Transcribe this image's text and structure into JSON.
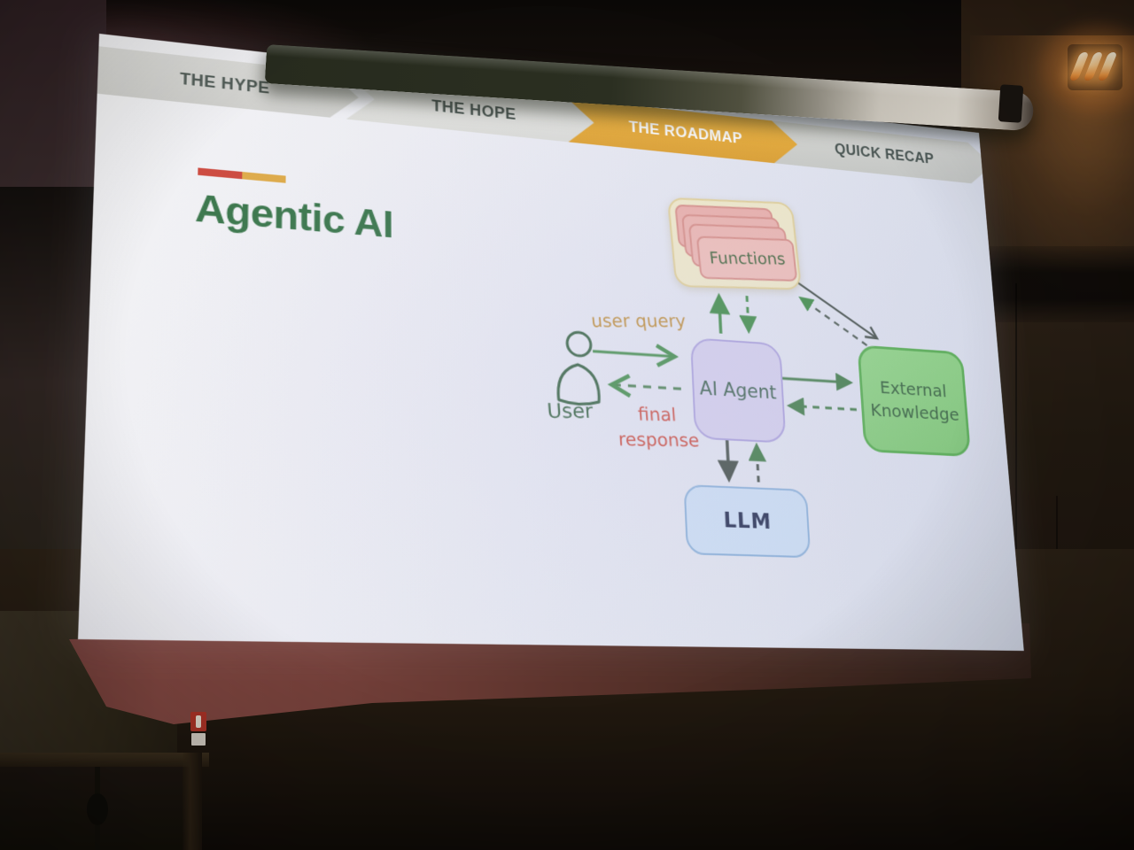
{
  "stepper": {
    "items": [
      {
        "label": "THE HYPE",
        "active": false
      },
      {
        "label": "THE HOPE",
        "active": false
      },
      {
        "label": "THE ROADMAP",
        "active": true
      },
      {
        "label": "QUICK RECAP",
        "active": false
      }
    ],
    "active_color": "#e8a62f",
    "inactive_color": "#d9dad6",
    "label_color": "#3e4a44",
    "active_label_color": "#ffffff"
  },
  "slide": {
    "title": "Agentic AI",
    "title_color": "#2a6b3c",
    "accent_bar_colors": {
      "left": "#c93a2e",
      "right": "#dca43a"
    },
    "background_color": "#eceef4"
  },
  "diagram": {
    "nodes": [
      {
        "id": "user",
        "label": "User",
        "type": "actor",
        "color": "#2e5d38"
      },
      {
        "id": "ai-agent",
        "label": "AI Agent",
        "fill": "#d7d1ee",
        "border": "#aba0dc",
        "text_color": "#355c45"
      },
      {
        "id": "functions",
        "label": "Functions",
        "card_fill": "#f0b6af",
        "card_border": "#d98b82",
        "container_fill": "#f4ecc9",
        "container_border": "#e4d193",
        "text_color": "#3c6134"
      },
      {
        "id": "external-knowledge",
        "label": "External Knowledge",
        "fill": "#82d173",
        "border": "#4fae44",
        "text_color": "#2b5a2f"
      },
      {
        "id": "llm",
        "label": "LLM",
        "fill": "#cfe1f6",
        "border": "#8cb2da",
        "text_color": "#232c4e"
      }
    ],
    "edge_labels": [
      {
        "id": "user-query",
        "text": "user query",
        "color": "#bf8a2e"
      },
      {
        "id": "final-response",
        "text": "final response",
        "color": "#cd4433"
      }
    ],
    "edges": [
      {
        "from": "user",
        "to": "ai-agent",
        "style": "solid"
      },
      {
        "from": "ai-agent",
        "to": "user",
        "style": "dashed"
      },
      {
        "from": "ai-agent",
        "to": "functions",
        "style": "solid"
      },
      {
        "from": "functions",
        "to": "ai-agent",
        "style": "dashed"
      },
      {
        "from": "ai-agent",
        "to": "external-knowledge",
        "style": "solid"
      },
      {
        "from": "external-knowledge",
        "to": "ai-agent",
        "style": "dashed"
      },
      {
        "from": "ai-agent",
        "to": "llm",
        "style": "solid"
      },
      {
        "from": "llm",
        "to": "ai-agent",
        "style": "dashed"
      },
      {
        "from": "functions",
        "to": "external-knowledge",
        "style": "solid"
      },
      {
        "from": "external-knowledge",
        "to": "functions",
        "style": "dashed"
      }
    ],
    "arrow_colors": {
      "green": "#3a8a3f",
      "dark_green": "#3c7a40",
      "dark": "#3f4a41"
    }
  }
}
